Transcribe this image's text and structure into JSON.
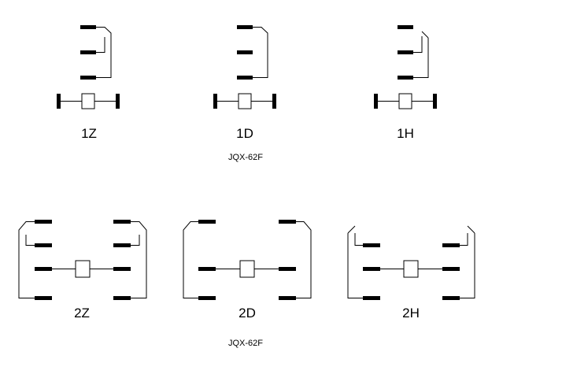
{
  "diagram": {
    "row1": {
      "variants": [
        {
          "label": "1Z"
        },
        {
          "label": "1D"
        },
        {
          "label": "1H"
        }
      ],
      "model": "JQX-62F"
    },
    "row2": {
      "variants": [
        {
          "label": "2Z"
        },
        {
          "label": "2D"
        },
        {
          "label": "2H"
        }
      ],
      "model": "JQX-62F"
    }
  }
}
